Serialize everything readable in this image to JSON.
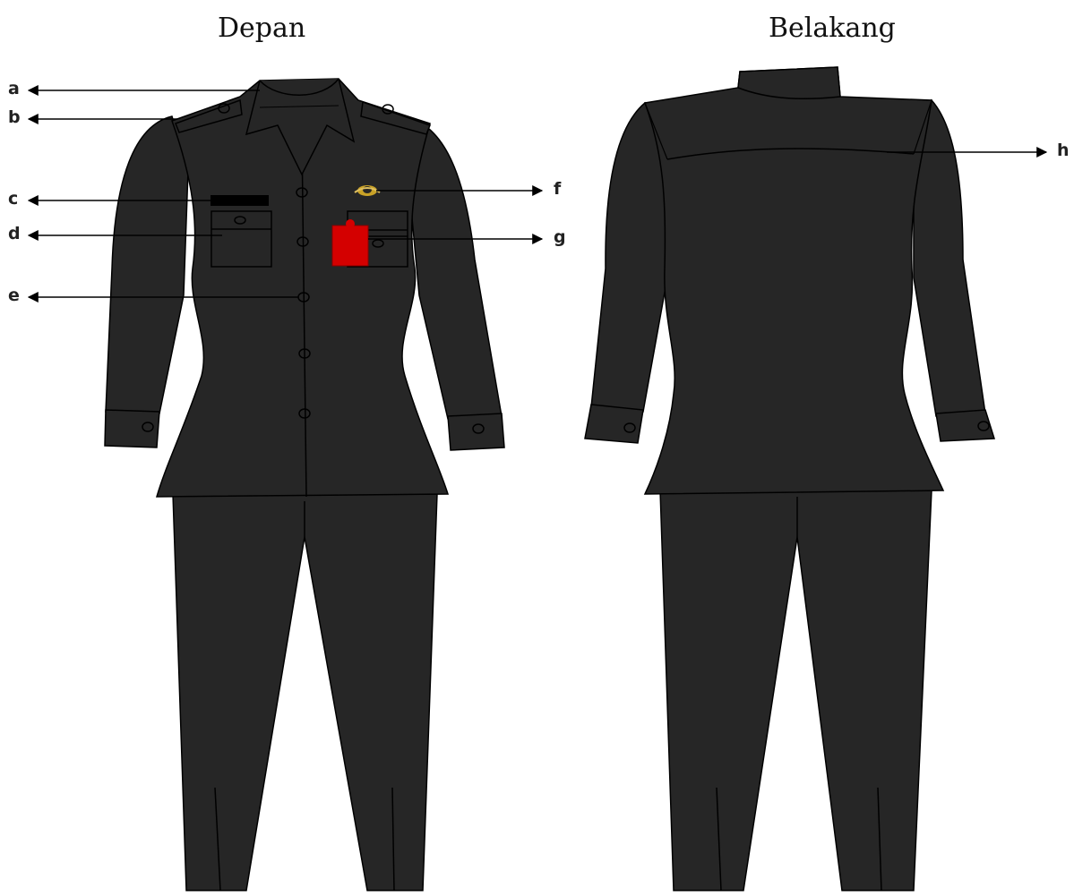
{
  "titles": {
    "front": "Depan",
    "back": "Belakang"
  },
  "callouts": {
    "a": "a",
    "b": "b",
    "c": "c",
    "d": "d",
    "e": "e",
    "f": "f",
    "g": "g",
    "h": "h"
  },
  "colors": {
    "garment": "#262626",
    "outline": "#000000",
    "name_tag": "#000000",
    "badge": "#d40000",
    "emblem": "#c9a227",
    "background": "#ffffff"
  }
}
